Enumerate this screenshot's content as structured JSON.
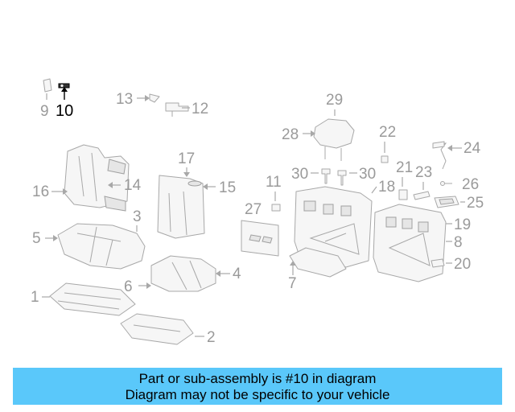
{
  "callouts": {
    "c1": "1",
    "c2": "2",
    "c3": "3",
    "c4": "4",
    "c5": "5",
    "c6": "6",
    "c7": "7",
    "c8": "8",
    "c9": "9",
    "c10": "10",
    "c11": "11",
    "c12": "12",
    "c13": "13",
    "c14": "14",
    "c15": "15",
    "c16": "16",
    "c17": "17",
    "c18": "18",
    "c19": "19",
    "c20": "20",
    "c21": "21",
    "c22": "22",
    "c23": "23",
    "c24": "24",
    "c25": "25",
    "c26": "26",
    "c27": "27",
    "c28": "28",
    "c29": "29",
    "c30a": "30",
    "c30b": "30"
  },
  "highlighted_part": "10",
  "banner": {
    "line1": "Part or sub-assembly is #10 in diagram",
    "line2": "Diagram may not be specific to your vehicle"
  },
  "colors": {
    "banner_bg": "#5ac8fa",
    "part_line": "#a8a8a8",
    "highlight": "#000000"
  }
}
